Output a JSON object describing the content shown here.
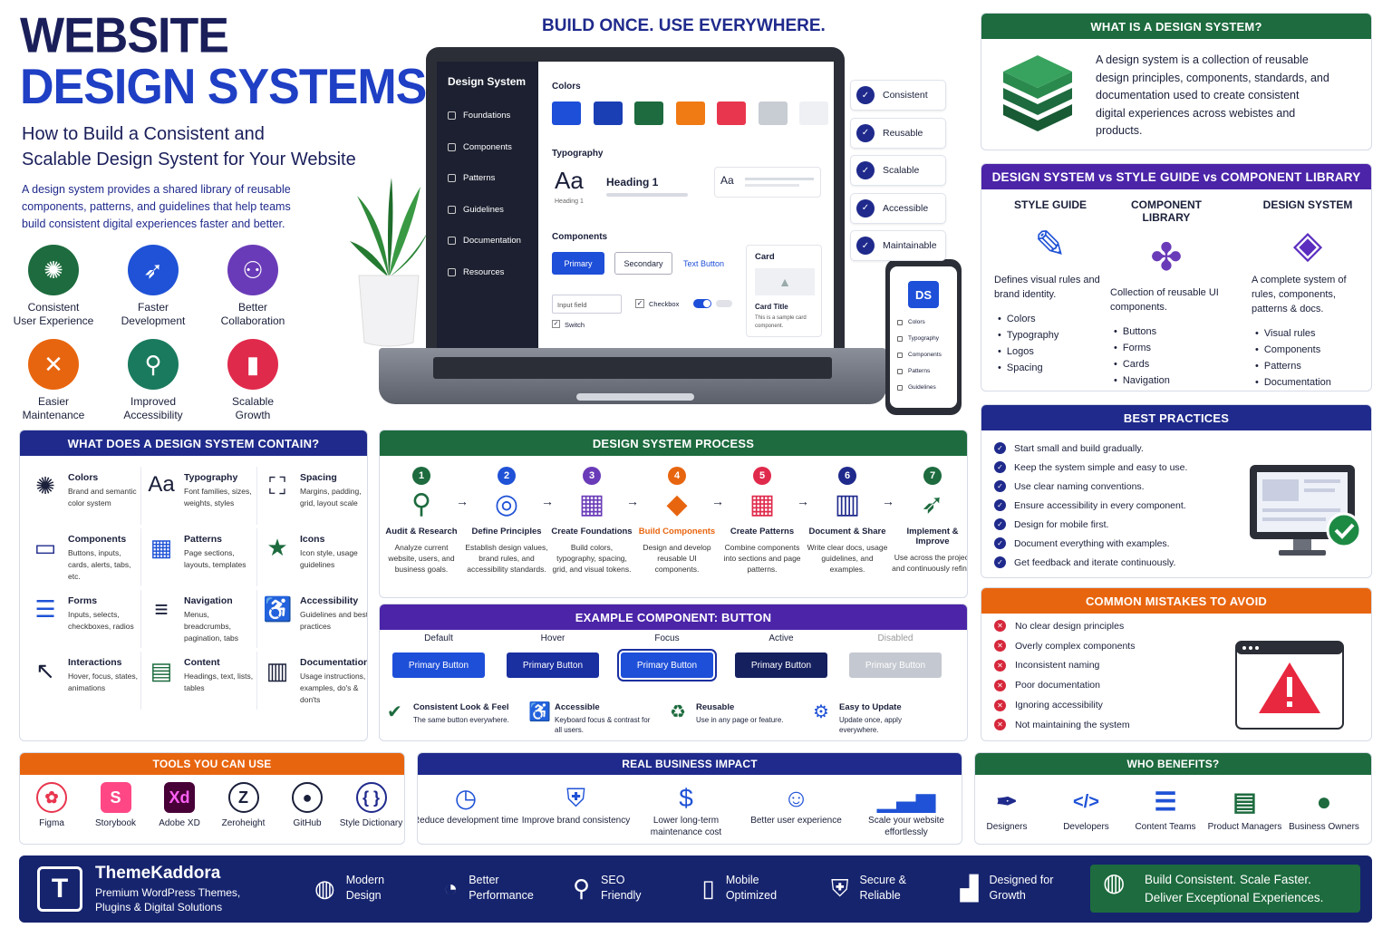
{
  "hero": {
    "title1": "WEBSITE",
    "title2": "DESIGN SYSTEMS",
    "subtitle1": "How to Build a Consistent and",
    "subtitle2": "Scalable Design Systent for Your Website",
    "desc": "A design system provides a shared library of reusable components, patterns, and guidelines that help teams build consistent digital experiences faster and better."
  },
  "benefits": [
    {
      "l1": "Consistent",
      "l2": "User Experience",
      "color": "#1d6b3e",
      "icon": "palette-icon"
    },
    {
      "l1": "Faster",
      "l2": "Development",
      "color": "#1f52d6",
      "icon": "rocket-icon"
    },
    {
      "l1": "Better",
      "l2": "Collaboration",
      "color": "#6a3bb8",
      "icon": "users-icon"
    },
    {
      "l1": "Easier",
      "l2": "Maintenance",
      "color": "#e8650f",
      "icon": "tools-icon"
    },
    {
      "l1": "Improved",
      "l2": "Accessibility",
      "color": "#1a7a5e",
      "icon": "accessibility-icon"
    },
    {
      "l1": "Scalable",
      "l2": "Growth",
      "color": "#e02a4c",
      "icon": "growth-chart-icon"
    }
  ],
  "mockup": {
    "headline": "BUILD ONCE. USE EVERYWHERE.",
    "sidebar_title": "Design System",
    "nav": [
      "Foundations",
      "Components",
      "Patterns",
      "Guidelines",
      "Documentation",
      "Resources"
    ],
    "colors_label": "Colors",
    "swatches": [
      "#1e4fd8",
      "#1a3fb5",
      "#1d6b3e",
      "#f07a14",
      "#e8364e",
      "#c8ccd3",
      "#eef0f4"
    ],
    "typo_label": "Typography",
    "aa": "Aa",
    "heading1": "Heading 1",
    "heading1_small": "Heading 1",
    "aa2": "Aa",
    "components_label": "Components",
    "btn_primary": "Primary",
    "btn_secondary": "Secondary",
    "btn_text": "Text Button",
    "input_field": "Input field",
    "checkbox": "Checkbox",
    "switch": "Switch",
    "card": "Card",
    "card_title": "Card Title",
    "card_desc": "This is a sample card component.",
    "phone_logo": "DS",
    "phone_items": [
      "Colors",
      "Typography",
      "Components",
      "Patterns",
      "Guidelines"
    ]
  },
  "pills": [
    "Consistent",
    "Reusable",
    "Scalable",
    "Accessible",
    "Maintainable"
  ],
  "what_is": {
    "title": "WHAT IS A DESIGN SYSTEM?",
    "text": "A design system is a collection of reusable design principles, components, standards, and documentation used to create consistent digital experiences across webistes and products."
  },
  "compare": {
    "title": "DESIGN SYSTEM vs STYLE GUIDE vs COMPONENT LIBRARY",
    "cols": [
      {
        "head": "STYLE GUIDE",
        "desc": "Defines visual rules and brand identity.",
        "items": [
          "Colors",
          "Typography",
          "Logos",
          "Spacing"
        ]
      },
      {
        "head": "COMPONENT LIBRARY",
        "desc": "Collection of reusable UI components.",
        "items": [
          "Buttons",
          "Forms",
          "Cards",
          "Navigation"
        ]
      },
      {
        "head": "DESIGN SYSTEM",
        "desc": "A complete system of rules, components, patterns & docs.",
        "items": [
          "Visual rules",
          "Components",
          "Patterns",
          "Documentation"
        ]
      }
    ]
  },
  "contain": {
    "title": "WHAT DOES A DESIGN SYSTEM CONTAIN?",
    "items": [
      {
        "t": "Colors",
        "d": "Brand and semantic color system"
      },
      {
        "t": "Typography",
        "d": "Font families, sizes, weights, styles"
      },
      {
        "t": "Spacing",
        "d": "Margins, padding, grid, layout scale"
      },
      {
        "t": "Components",
        "d": "Buttons, inputs, cards, alerts, tabs, etc."
      },
      {
        "t": "Patterns",
        "d": "Page sections, layouts, templates"
      },
      {
        "t": "Icons",
        "d": "Icon style, usage guidelines"
      },
      {
        "t": "Forms",
        "d": "Inputs, selects, checkboxes, radios"
      },
      {
        "t": "Navigation",
        "d": "Menus, breadcrumbs, pagination, tabs"
      },
      {
        "t": "Accessibility",
        "d": "Guidelines and best practices"
      },
      {
        "t": "Interactions",
        "d": "Hover, focus, states, animations"
      },
      {
        "t": "Content",
        "d": "Headings, text, lists, tables"
      },
      {
        "t": "Documentation",
        "d": "Usage instructions, examples, do's & don'ts"
      }
    ]
  },
  "process": {
    "title": "DESIGN SYSTEM PROCESS",
    "steps": [
      {
        "n": "1",
        "t": "Audit & Research",
        "d": "Analyze current website, users, and business goals.",
        "c": "#1d6b3e"
      },
      {
        "n": "2",
        "t": "Define Principles",
        "d": "Establish design values, brand rules, and accessibility standards.",
        "c": "#1f52d6"
      },
      {
        "n": "3",
        "t": "Create Foundations",
        "d": "Build colors, typography, spacing, grid, and visual tokens.",
        "c": "#6a3bb8"
      },
      {
        "n": "4",
        "t": "Build Components",
        "d": "Design and develop reusable UI components.",
        "c": "#e8650f"
      },
      {
        "n": "5",
        "t": "Create Patterns",
        "d": "Combine components into sections and page patterns.",
        "c": "#e02a4c"
      },
      {
        "n": "6",
        "t": "Document & Share",
        "d": "Write clear docs, usage guidelines, and examples.",
        "c": "#1f2a8c"
      },
      {
        "n": "7",
        "t": "Implement & Improve",
        "d": "Use across the project and continuously refine.",
        "c": "#1d6b3e"
      }
    ]
  },
  "example": {
    "title": "EXAMPLE COMPONENT: BUTTON",
    "states": [
      "Default",
      "Hover",
      "Focus",
      "Active",
      "Disabled"
    ],
    "label": "Primary Button",
    "features": [
      {
        "t": "Consistent Look & Feel",
        "d": "The same button everywhere."
      },
      {
        "t": "Accessible",
        "d": "Keyboard focus & contrast for all users."
      },
      {
        "t": "Reusable",
        "d": "Use in any page or feature."
      },
      {
        "t": "Easy to Update",
        "d": "Update once, apply everywhere."
      }
    ]
  },
  "best": {
    "title": "BEST PRACTICES",
    "items": [
      "Start small and build gradually.",
      "Keep the system simple and easy to use.",
      "Use clear naming conventions.",
      "Ensure accessibility in every component.",
      "Design for mobile first.",
      "Document everything with examples.",
      "Get feedback and iterate continuously."
    ]
  },
  "mistakes": {
    "title": "COMMON MISTAKES TO AVOID",
    "items": [
      "No clear design principles",
      "Overly complex components",
      "Inconsistent naming",
      "Poor documentation",
      "Ignoring accessibility",
      "Not maintaining the system"
    ]
  },
  "tools": {
    "title": "TOOLS YOU CAN USE",
    "items": [
      {
        "n": "Figma",
        "g": "✿",
        "bg": "#fff",
        "fg": "#e8364e"
      },
      {
        "n": "Storybook",
        "g": "S",
        "bg": "#ff4785",
        "fg": "#fff"
      },
      {
        "n": "Adobe XD",
        "g": "Xd",
        "bg": "#470137",
        "fg": "#ff61f6"
      },
      {
        "n": "Zeroheight",
        "g": "Z",
        "bg": "#fff",
        "fg": "#1a1f3a"
      },
      {
        "n": "GitHub",
        "g": "●",
        "bg": "#fff",
        "fg": "#1a1f3a"
      },
      {
        "n": "Style Dictionary",
        "g": "{ }",
        "bg": "#fff",
        "fg": "#1f2a8c"
      }
    ]
  },
  "impact": {
    "title": "REAL BUSINESS IMPACT",
    "items": [
      "Reduce development time",
      "Improve brand consistency",
      "Lower long-term maintenance cost",
      "Better user experience",
      "Scale your website effortlessly"
    ]
  },
  "who": {
    "title": "WHO BENEFITS?",
    "items": [
      "Designers",
      "Developers",
      "Content Teams",
      "Product Managers",
      "Business Owners"
    ]
  },
  "footer": {
    "logo": "T",
    "brand": "ThemeKaddora",
    "tag": "Premium WordPress Themes, Plugins & Digital Solutions",
    "features": [
      {
        "a": "Modern",
        "b": "Design"
      },
      {
        "a": "Better",
        "b": "Performance"
      },
      {
        "a": "SEO",
        "b": "Friendly"
      },
      {
        "a": "Mobile",
        "b": "Optimized"
      },
      {
        "a": "Secure &",
        "b": "Reliable"
      },
      {
        "a": "Designed for",
        "b": "Growth"
      }
    ],
    "cta1": "Build Consistent. Scale Faster.",
    "cta2": "Deliver Exceptional Experiences."
  }
}
